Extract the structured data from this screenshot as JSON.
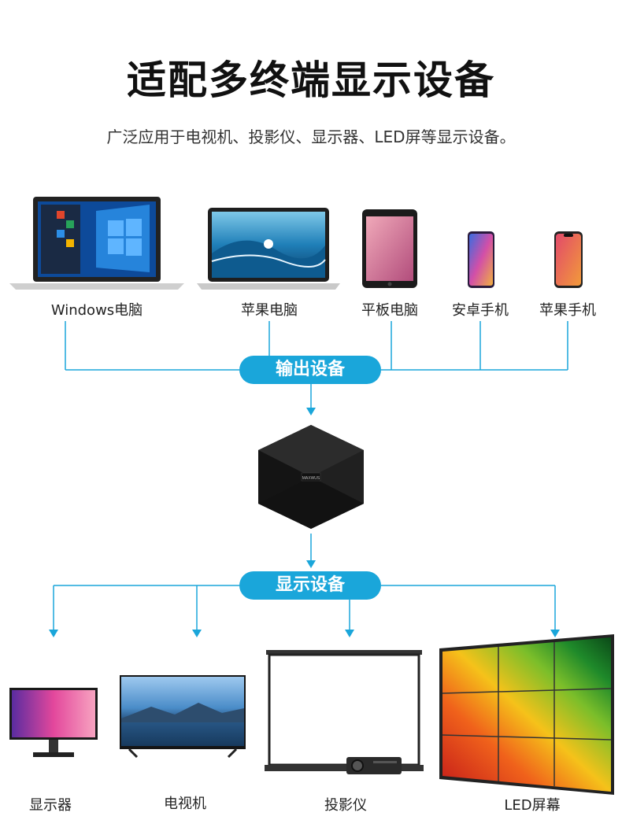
{
  "title": "适配多终端显示设备",
  "subtitle": "广泛应用于电视机、投影仪、显示器、LED屏等显示设备。",
  "output_label": "输出设备",
  "display_label": "显示设备",
  "sources": [
    "Windows电脑",
    "苹果电脑",
    "平板电脑",
    "安卓手机",
    "苹果手机"
  ],
  "targets": [
    "显示器",
    "电视机",
    "投影仪",
    "LED屏幕"
  ],
  "device_brand": "MAXWUS",
  "colors": {
    "accent": "#1aa6da",
    "line": "#1aa6da",
    "device": "#1b1b1b"
  }
}
